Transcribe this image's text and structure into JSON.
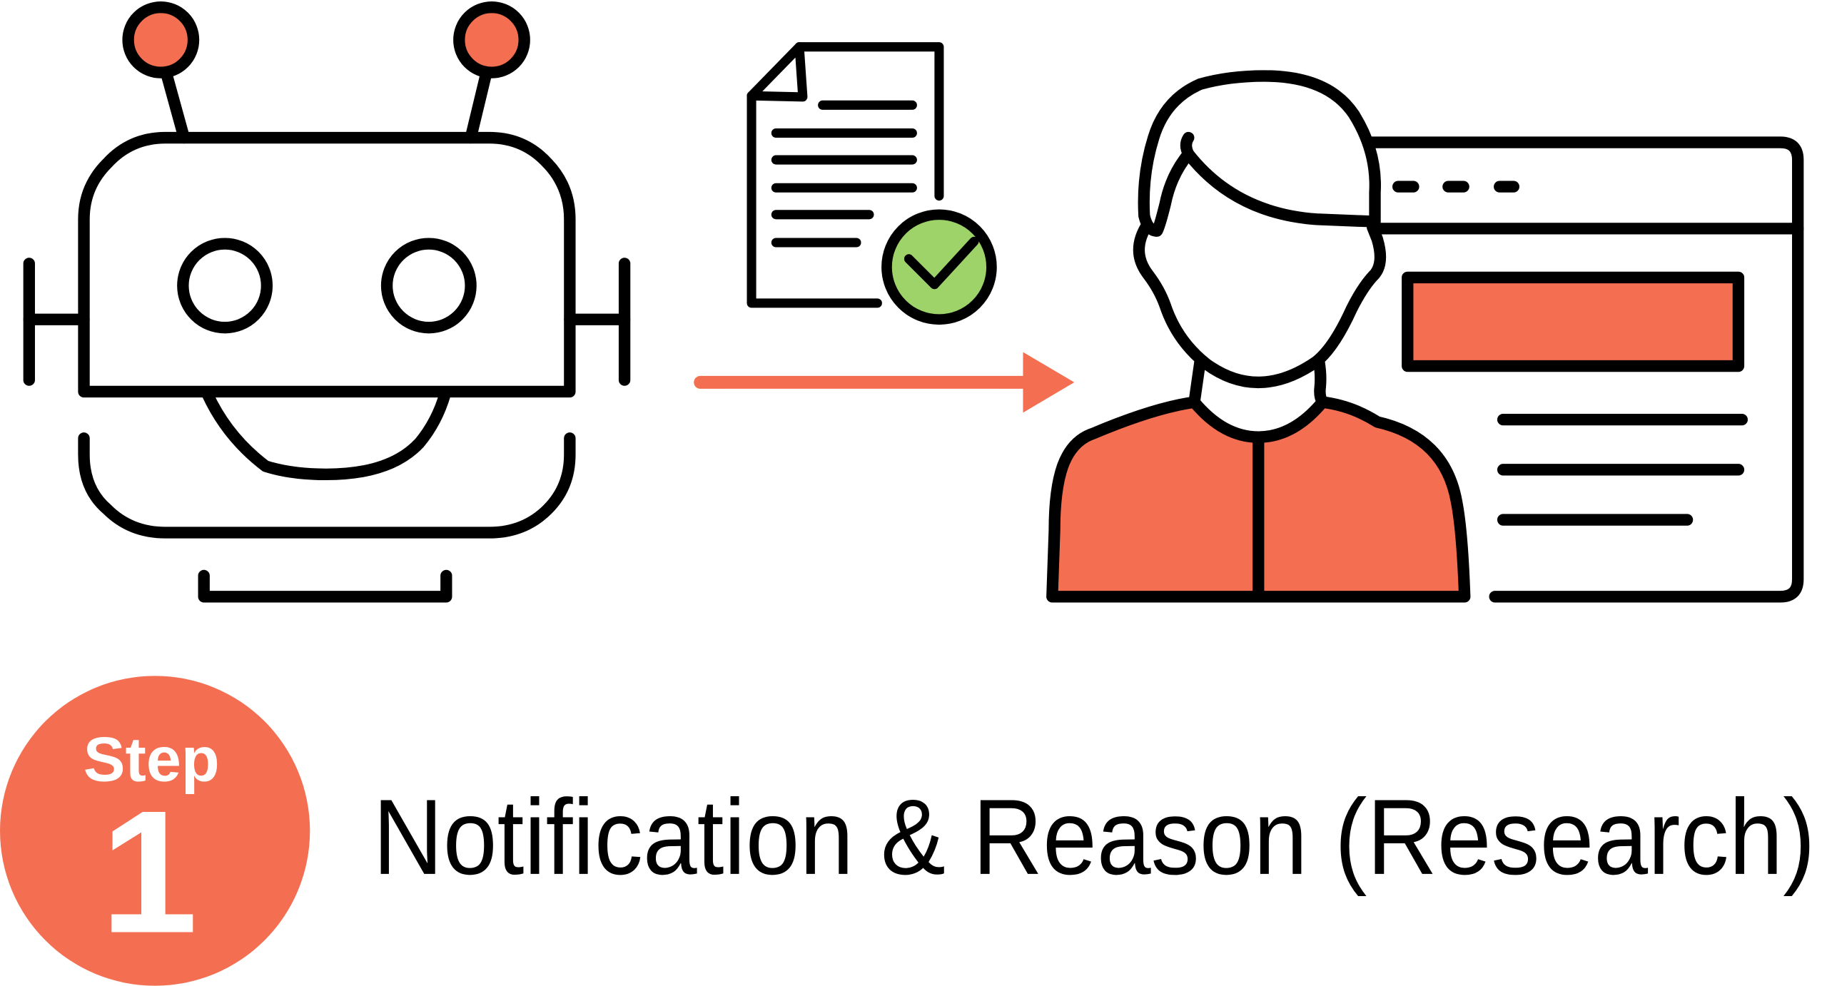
{
  "step": {
    "label": "Step",
    "number": "1"
  },
  "title": "Notification & Reason (Research)",
  "colors": {
    "accent": "#F46F52",
    "check": "#9ED36A",
    "stroke": "#000000",
    "background": "#FFFFFF"
  },
  "icons": [
    "robot-icon",
    "document-check-icon",
    "arrow-right-icon",
    "person-icon",
    "browser-window-icon"
  ]
}
